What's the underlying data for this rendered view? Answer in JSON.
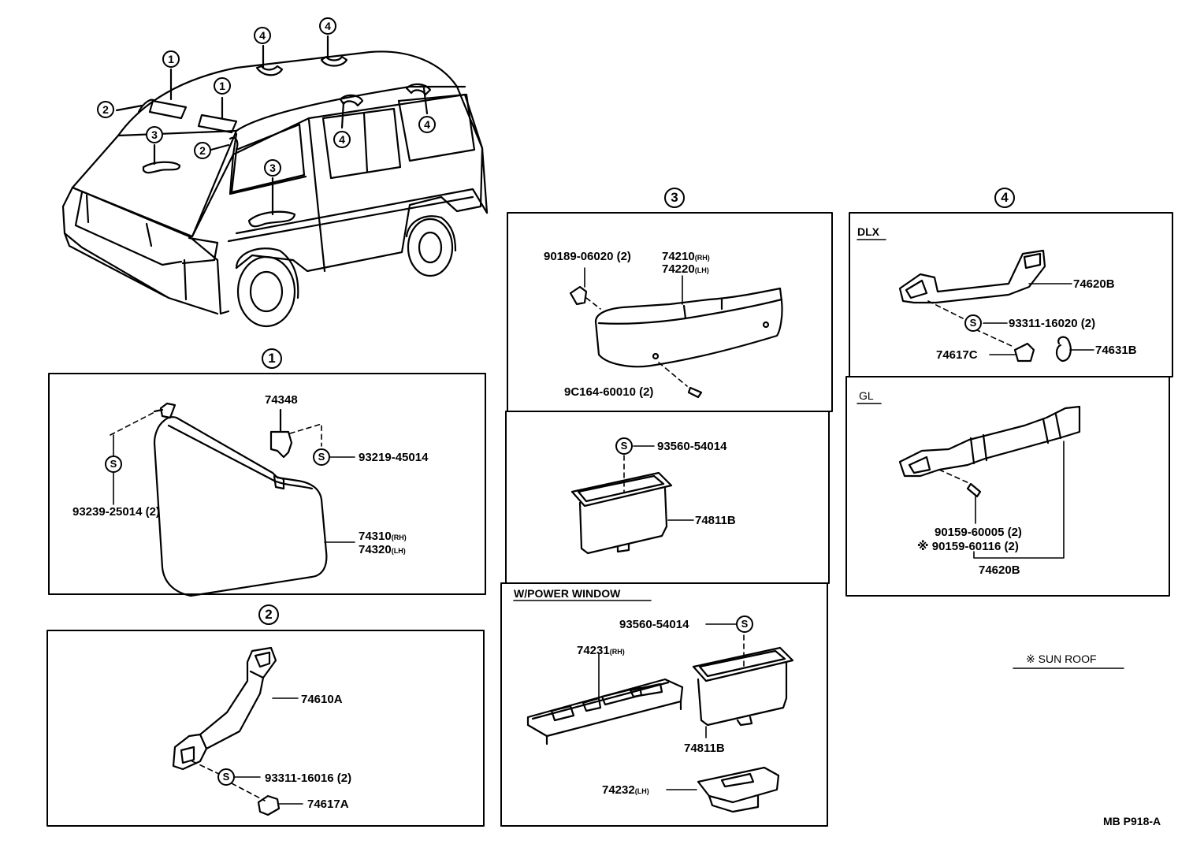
{
  "section_markers": {
    "s1": "1",
    "s2": "2",
    "s3": "3",
    "s4": "4",
    "s_letter": "S"
  },
  "van_callouts": [
    "1",
    "1",
    "2",
    "2",
    "3",
    "3",
    "4",
    "4",
    "4",
    "4"
  ],
  "section1": {
    "p_74348": "74348",
    "p_93219": "93219-45014",
    "p_93239": "93239-25014 (2)",
    "p_74310": "74310",
    "p_74310_side": "(RH)",
    "p_74320": "74320",
    "p_74320_side": "(LH)"
  },
  "section2": {
    "p_74610A": "74610A",
    "p_93311": "93311-16016 (2)",
    "p_74617A": "74617A"
  },
  "section3": {
    "p_90189": "90189-06020 (2)",
    "p_74210": "74210",
    "p_74210_side": "(RH)",
    "p_74220": "74220",
    "p_74220_side": "(LH)",
    "p_9C164": "9C164-60010 (2)",
    "p_93560_a": "93560-54014",
    "p_74811B_a": "74811B",
    "powerwindow_title": "W/POWER WINDOW",
    "p_93560_b": "93560-54014",
    "p_74231": "74231",
    "p_74231_side": "(RH)",
    "p_74811B_b": "74811B",
    "p_74232": "74232",
    "p_74232_side": "(LH)"
  },
  "section4": {
    "dlx_title": "DLX",
    "p_74620B_a": "74620B",
    "p_93311": "93311-16020 (2)",
    "p_74617C": "74617C",
    "p_74631B": "74631B",
    "gl_title": "GL",
    "p_90159_a": "90159-60005 (2)",
    "p_90159_b": "※ 90159-60116 (2)",
    "p_74620B_b": "74620B"
  },
  "legend": {
    "sunroof": "※  SUN ROOF"
  },
  "drawing_code": "MB P918-A"
}
